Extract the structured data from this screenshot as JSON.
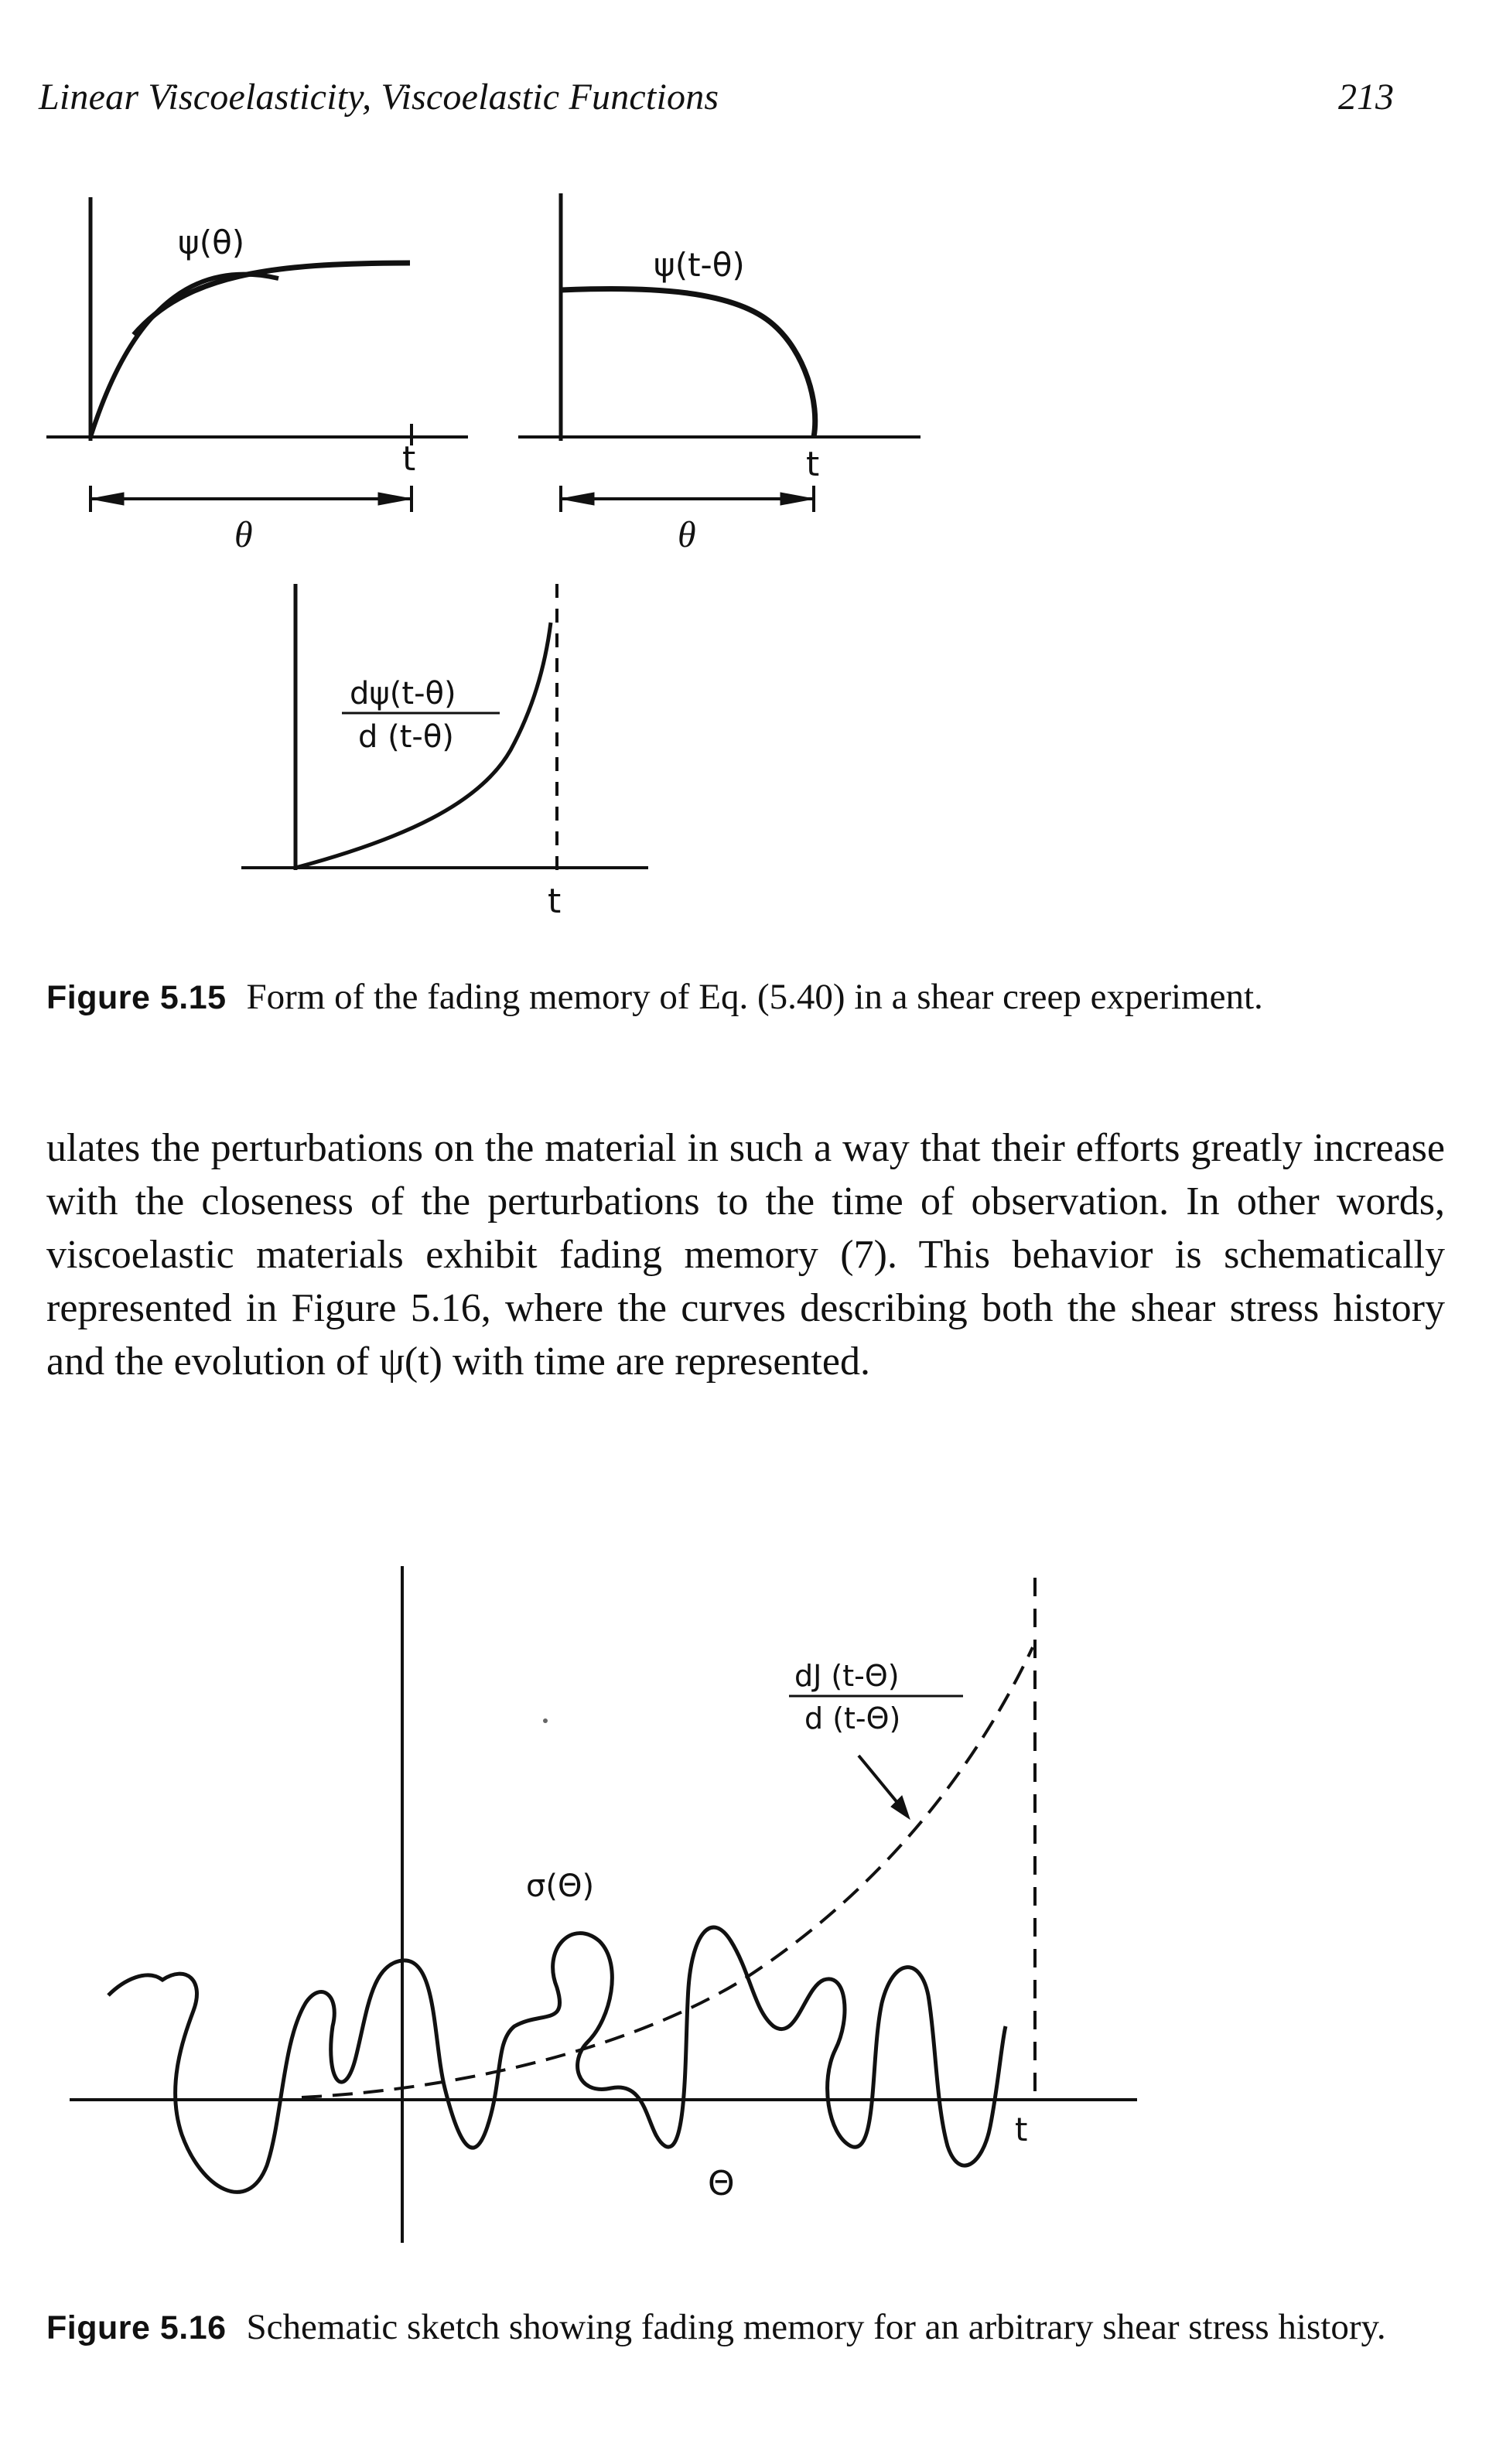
{
  "running_head": {
    "title": "Linear Viscoelasticity, Viscoelastic Functions",
    "page_number": "213"
  },
  "figure_5_15": {
    "panel_a": {
      "curve_label": "ψ(θ)",
      "t_label": "t",
      "span_label": "θ"
    },
    "panel_b": {
      "curve_label": "ψ(t-θ)",
      "t_label": "t",
      "span_label": "θ"
    },
    "panel_c": {
      "numerator": "dψ(t-θ)",
      "denominator": "d (t-θ)",
      "t_label": "t"
    },
    "caption_label": "Figure 5.15",
    "caption_text": "Form of the fading memory of Eq. (5.40) in a shear creep experiment."
  },
  "body_paragraph": "ulates the perturbations on the material in such a way that their efforts greatly increase with the closeness of the perturbations to the time of observation. In other words, viscoelastic materials exhibit fading memory (7). This behavior is schematically represented in Figure 5.16, where the curves describing both the shear stress history and the evolution of ψ(t) with time are represented.",
  "figure_5_16": {
    "numerator": "dJ (t-Θ)",
    "denominator": "d (t-Θ)",
    "stress_label": "σ(Θ)",
    "theta_label": "Θ",
    "t_label": "t",
    "caption_label": "Figure 5.16",
    "caption_text": "Schematic sketch showing fading memory for an arbitrary shear stress history."
  }
}
